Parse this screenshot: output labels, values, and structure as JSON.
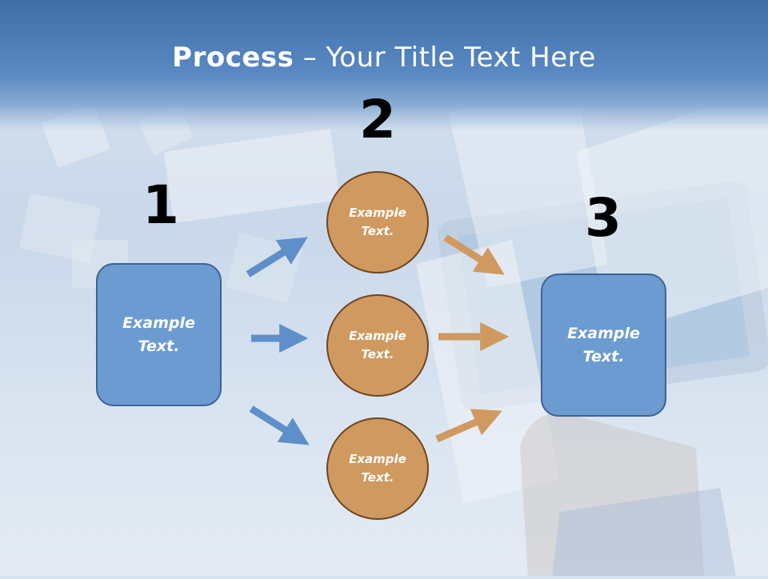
{
  "title": {
    "bold": "Process",
    "dash": " – ",
    "rest": "Your Title Text Here"
  },
  "steps": {
    "one": {
      "number": "1",
      "text": "Example\nText."
    },
    "two": {
      "number": "2",
      "items": [
        {
          "text": "Example\nText."
        },
        {
          "text": "Example\nText."
        },
        {
          "text": "Example\nText."
        }
      ]
    },
    "three": {
      "number": "3",
      "text": "Example\nText."
    }
  },
  "colors": {
    "box_fill": "#6c9bd1",
    "circle_fill": "#d0995f",
    "blue_arrow": "#5f8fc8",
    "orange_arrow": "#d0995f"
  }
}
